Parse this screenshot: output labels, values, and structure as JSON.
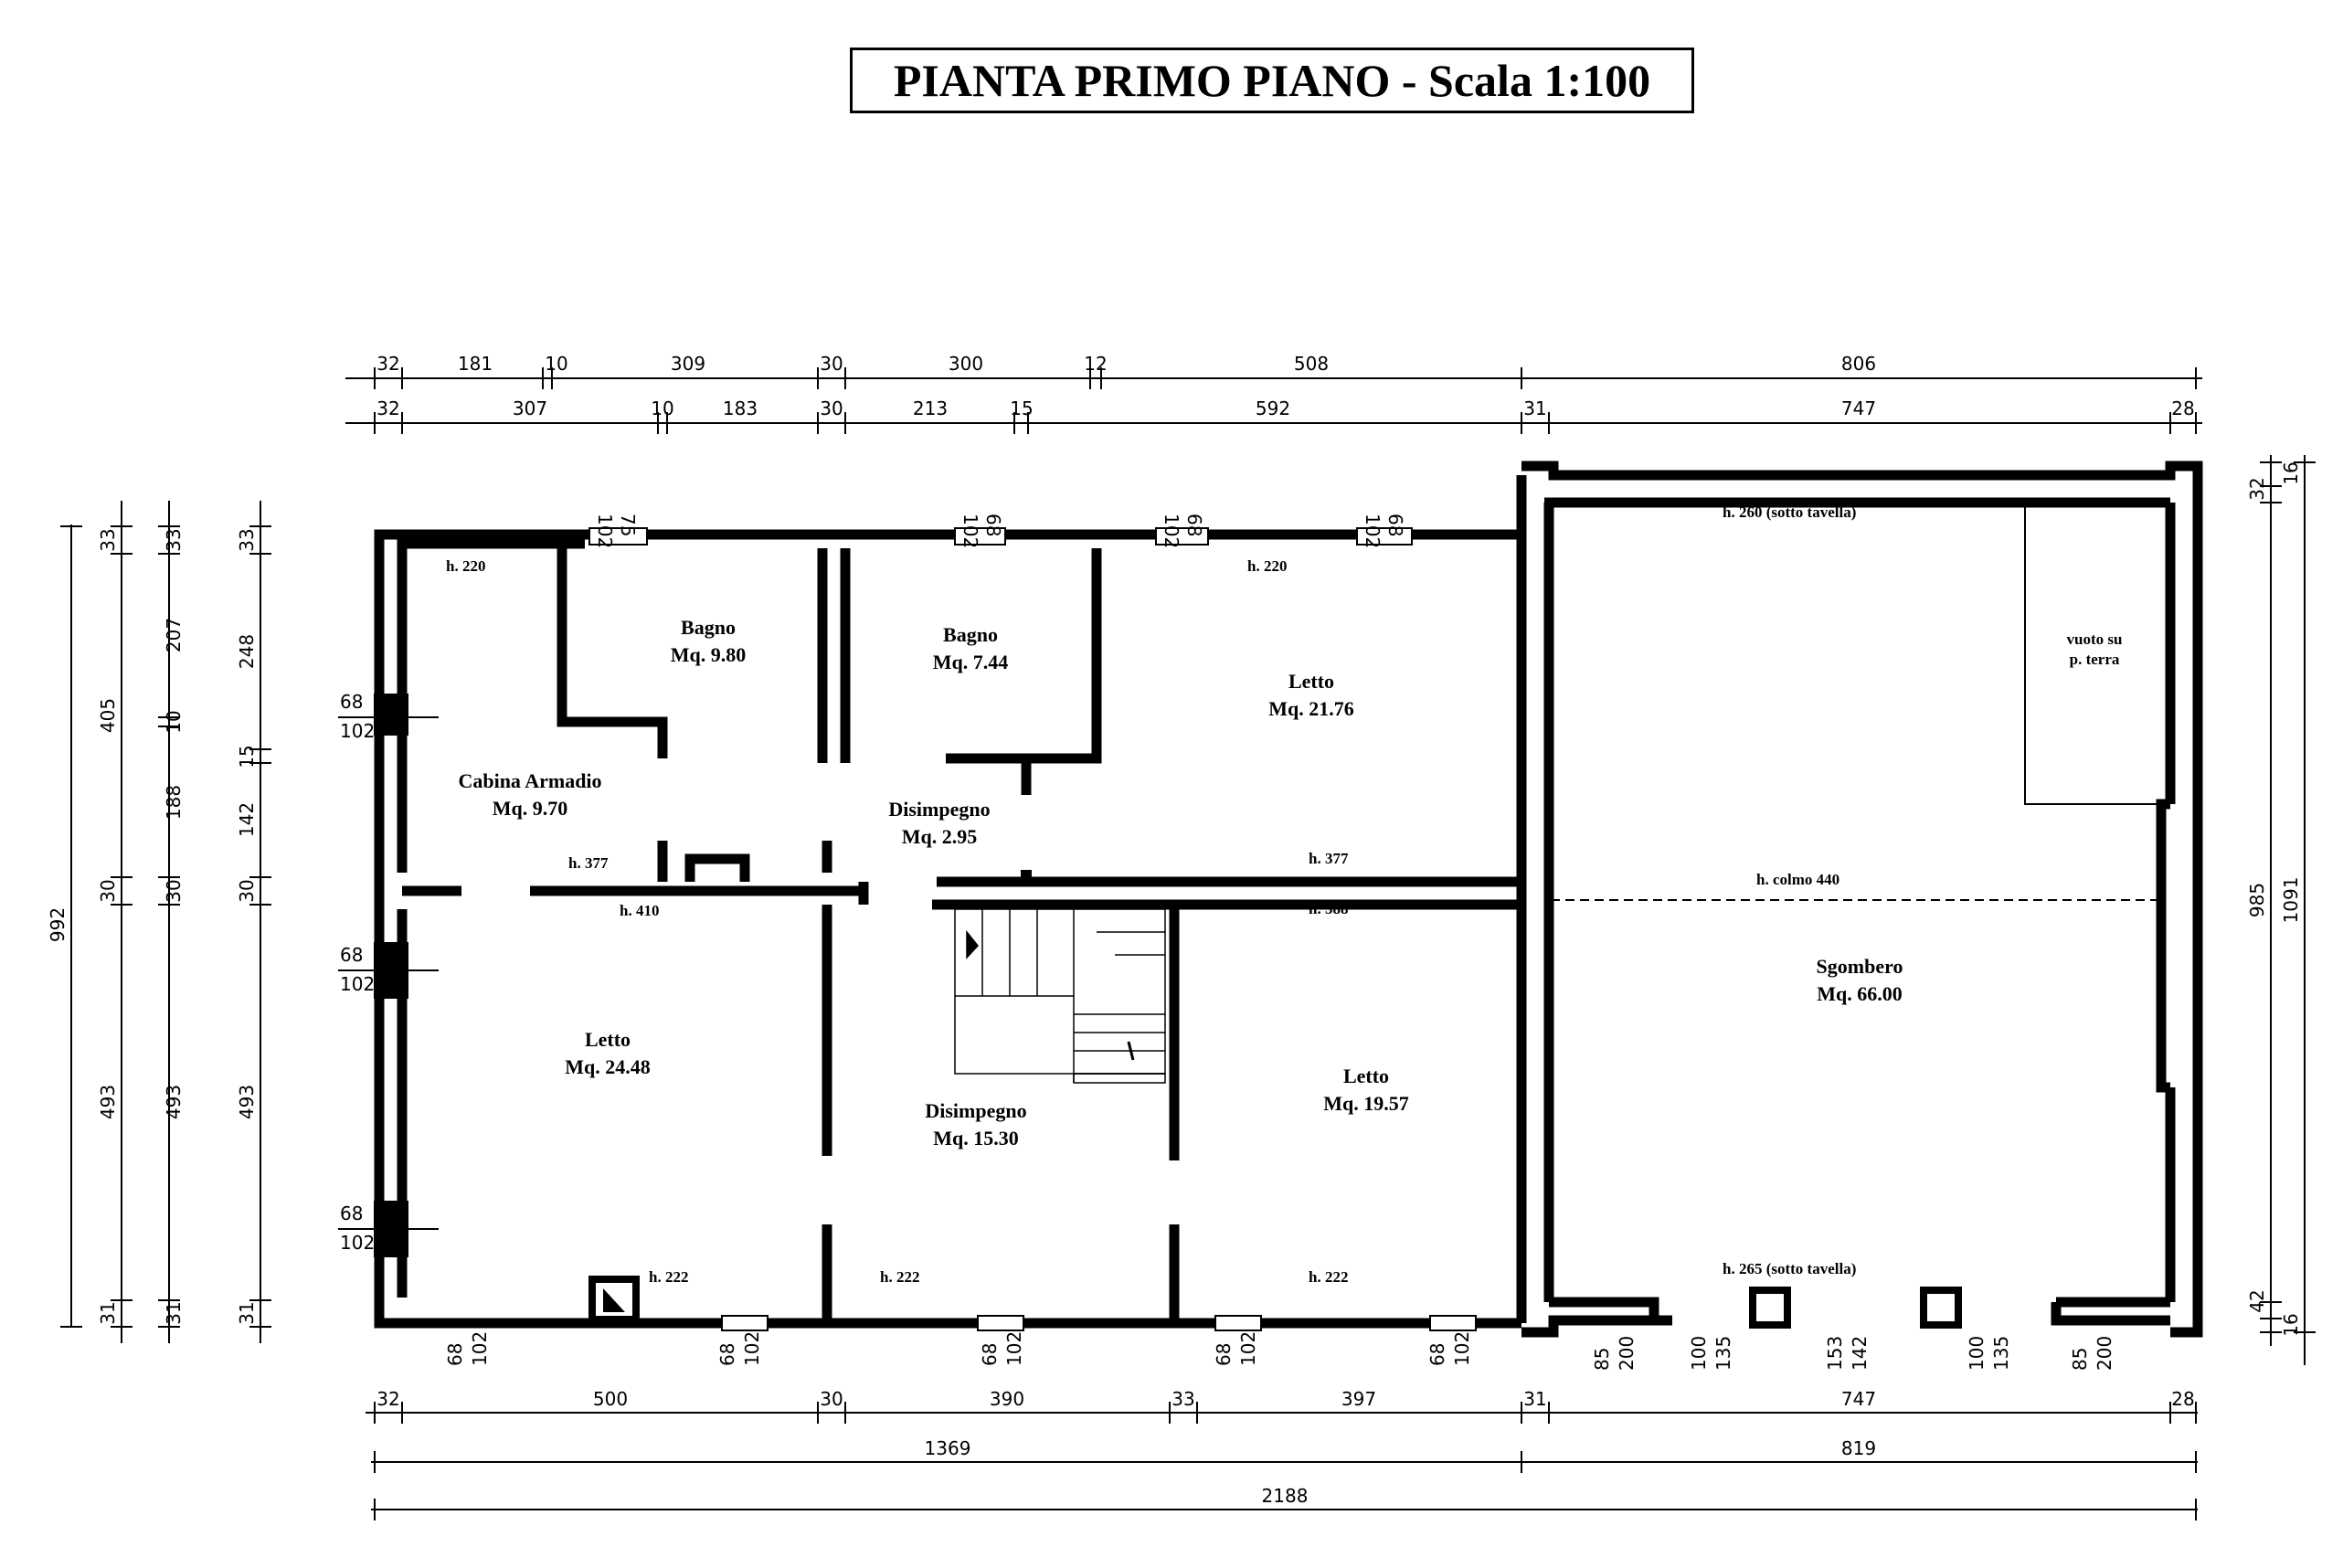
{
  "title": "PIANTA PRIMO PIANO - Scala 1:100",
  "top_dims_row1": [
    "32",
    "181",
    "10",
    "309",
    "30",
    "300",
    "12",
    "508",
    "806"
  ],
  "top_dims_row2": [
    "32",
    "307",
    "10",
    "183",
    "30",
    "213",
    "15",
    "592",
    "31",
    "747",
    "28"
  ],
  "bottom_dims_row1": [
    "32",
    "500",
    "30",
    "390",
    "33",
    "397",
    "31",
    "747",
    "28"
  ],
  "bottom_dims_row2": [
    "1369",
    "819"
  ],
  "bottom_dims_total": "2188",
  "left_dims_total": "992",
  "left_dims_col2": [
    "33",
    "405",
    "30",
    "493",
    "31"
  ],
  "left_dims_col3": [
    "33",
    "207",
    "10",
    "188",
    "30",
    "493",
    "31"
  ],
  "left_dims_col4": [
    "33",
    "248",
    "15",
    "142",
    "30",
    "493",
    "31"
  ],
  "right_dims": [
    "32",
    "16",
    "985",
    "1091",
    "42",
    "16"
  ],
  "window_labels": {
    "top": [
      "102",
      "75",
      "102",
      "68",
      "102",
      "68",
      "102",
      "68"
    ],
    "left": [
      "68",
      "102",
      "68",
      "102",
      "68",
      "102"
    ],
    "bottom": [
      "68",
      "102",
      "68",
      "102",
      "68",
      "102",
      "68",
      "102",
      "68",
      "102"
    ],
    "sgombero_bottom": [
      "85",
      "200",
      "100",
      "135",
      "153",
      "142",
      "100",
      "135",
      "85",
      "200"
    ]
  },
  "rooms": {
    "bagno1": {
      "name": "Bagno",
      "area": "Mq. 9.80"
    },
    "bagno2": {
      "name": "Bagno",
      "area": "Mq. 7.44"
    },
    "letto_ne": {
      "name": "Letto",
      "area": "Mq. 21.76"
    },
    "cabina": {
      "name": "Cabina Armadio",
      "area": "Mq. 9.70"
    },
    "disimpegno1": {
      "name": "Disimpegno",
      "area": "Mq. 2.95"
    },
    "letto_sw": {
      "name": "Letto",
      "area": "Mq. 24.48"
    },
    "disimpegno2": {
      "name": "Disimpegno",
      "area": "Mq. 15.30"
    },
    "letto_se": {
      "name": "Letto",
      "area": "Mq. 19.57"
    },
    "sgombero": {
      "name": "Sgombero",
      "area": "Mq. 66.00"
    },
    "vuoto": {
      "line1": "vuoto su",
      "line2": "p. terra"
    }
  },
  "heights": {
    "h220a": "h. 220",
    "h220b": "h. 220",
    "h377a": "h. 377",
    "h377b": "h. 377",
    "h410": "h. 410",
    "h388": "h. 388",
    "h222a": "h. 222",
    "h222b": "h. 222",
    "h222c": "h. 222",
    "h260": "h. 260 (sotto tavella)",
    "colmo": "h. colmo 440",
    "h265": "h. 265 (sotto tavella)"
  }
}
